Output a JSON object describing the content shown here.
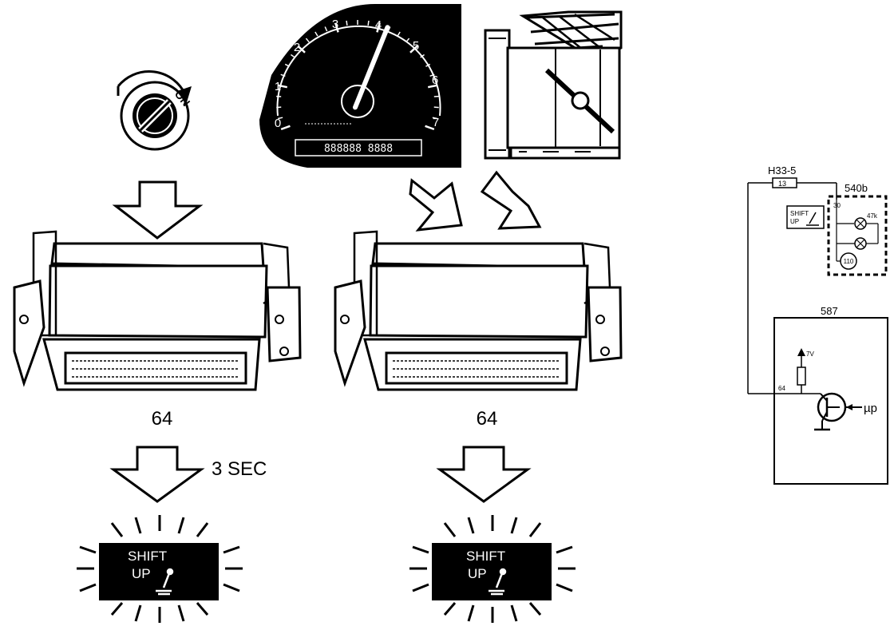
{
  "ignition": {
    "label": "ON"
  },
  "gauge": {
    "ticks": [
      "0",
      "1",
      "2",
      "3",
      "4",
      "5",
      "6",
      "7"
    ],
    "needle_value": 4.2,
    "display": "888888 8888"
  },
  "ecu_left": {
    "label": "64"
  },
  "ecu_right": {
    "label": "64"
  },
  "delay": {
    "label": "3 SEC"
  },
  "lamp_left": {
    "line1": "SHIFT",
    "line2": "UP"
  },
  "lamp_right": {
    "line1": "SHIFT",
    "line2": "UP"
  },
  "schematic": {
    "connector_label": "H33-5",
    "connector_pin": "13",
    "panel_label": "540b",
    "panel_pin": "30",
    "resistor_label": "47k",
    "lamp_text_line1": "SHIFT",
    "lamp_text_line2": "UP",
    "ground_pin": "110",
    "module_label": "587",
    "supply_label": "7V",
    "module_pin": "64",
    "micro_label": "µp"
  },
  "colors": {
    "ink": "#000000",
    "paper": "#ffffff"
  }
}
